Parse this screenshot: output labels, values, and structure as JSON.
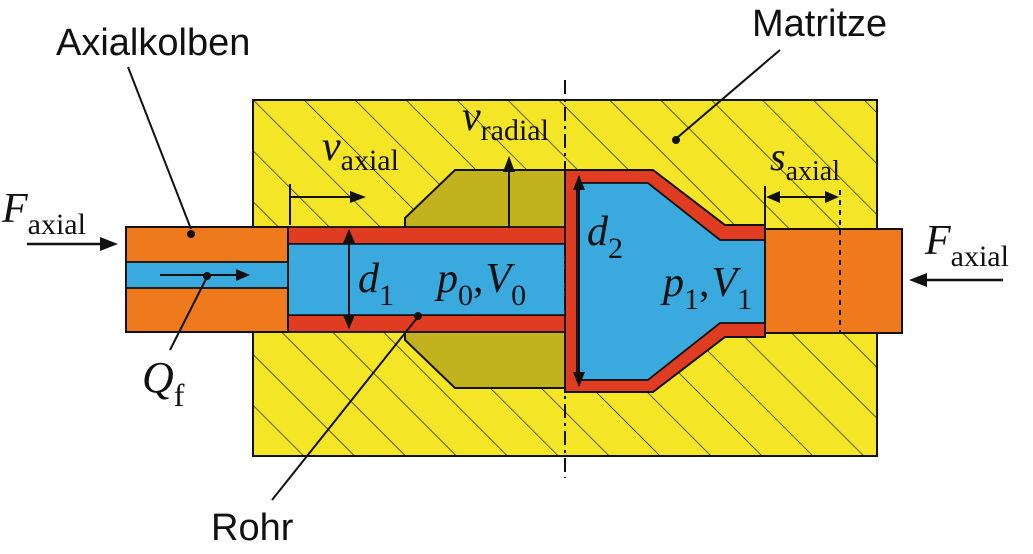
{
  "labels": {
    "axialkolben": "Axialkolben",
    "matritze": "Matritze",
    "rohr": "Rohr"
  },
  "symbols": {
    "f_axial_left": {
      "main": "F",
      "sub": "axial"
    },
    "f_axial_right": {
      "main": "F",
      "sub": "axial"
    },
    "v_axial": {
      "main": "v",
      "sub": "axial"
    },
    "v_radial": {
      "main": "v",
      "sub": "radial"
    },
    "s_axial": {
      "main": "s",
      "sub": "axial"
    },
    "q_f": {
      "main": "Q",
      "sub": "f"
    },
    "d1": {
      "main": "d",
      "sub": "1"
    },
    "d2": {
      "main": "d",
      "sub": "2"
    },
    "p0": {
      "main": "p",
      "sub": "0"
    },
    "v0": {
      "main": "V",
      "sub": "0"
    },
    "p1": {
      "main": "p",
      "sub": "1"
    },
    "v1": {
      "main": "V",
      "sub": "1"
    },
    "comma": ","
  },
  "colors": {
    "die": "#f4e526",
    "die_cavity": "#c2b21e",
    "piston": "#ef7a1d",
    "fluid": "#3aa9dd",
    "tube_wall": "#e03c22",
    "outline": "#111111"
  }
}
